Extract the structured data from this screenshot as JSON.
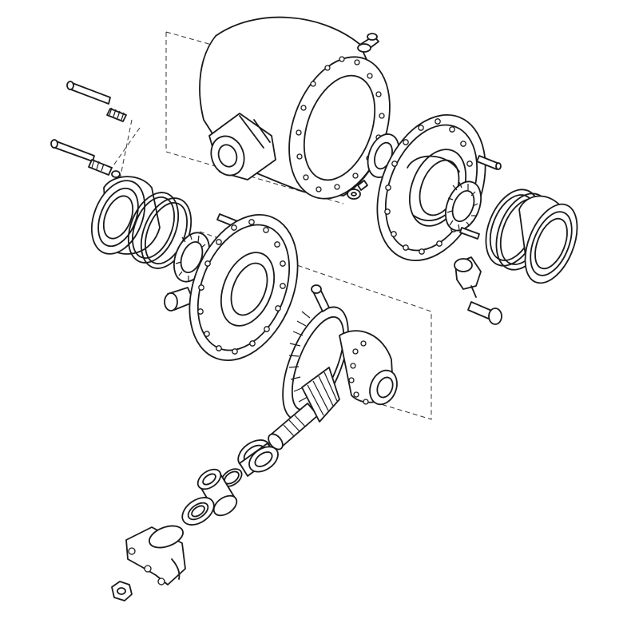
{
  "diagram": {
    "kind": "exploded-view",
    "subject": "differential-axle-assembly",
    "watermark_text": "",
    "stroke_color": "#1a1a1a",
    "background_color": "#ffffff"
  },
  "parts": [
    "axle-housing",
    "housing-bolt",
    "oil-seal-right",
    "right-bearing-carrier-flange",
    "tapered-roller-bearing-right",
    "shim-rings-right",
    "seal-cap-right",
    "dowel-pin",
    "plug-fitting",
    "cap-screw",
    "long-bolt",
    "seal-cap-left",
    "shim-rings-left",
    "tapered-roller-bearing-left",
    "left-bearing-carrier-flange",
    "crown-wheel",
    "differential-case",
    "pinion-shaft",
    "pinion-bearing",
    "spacer-ring",
    "pinion-seal",
    "yoke-flange",
    "pinion-nut"
  ]
}
